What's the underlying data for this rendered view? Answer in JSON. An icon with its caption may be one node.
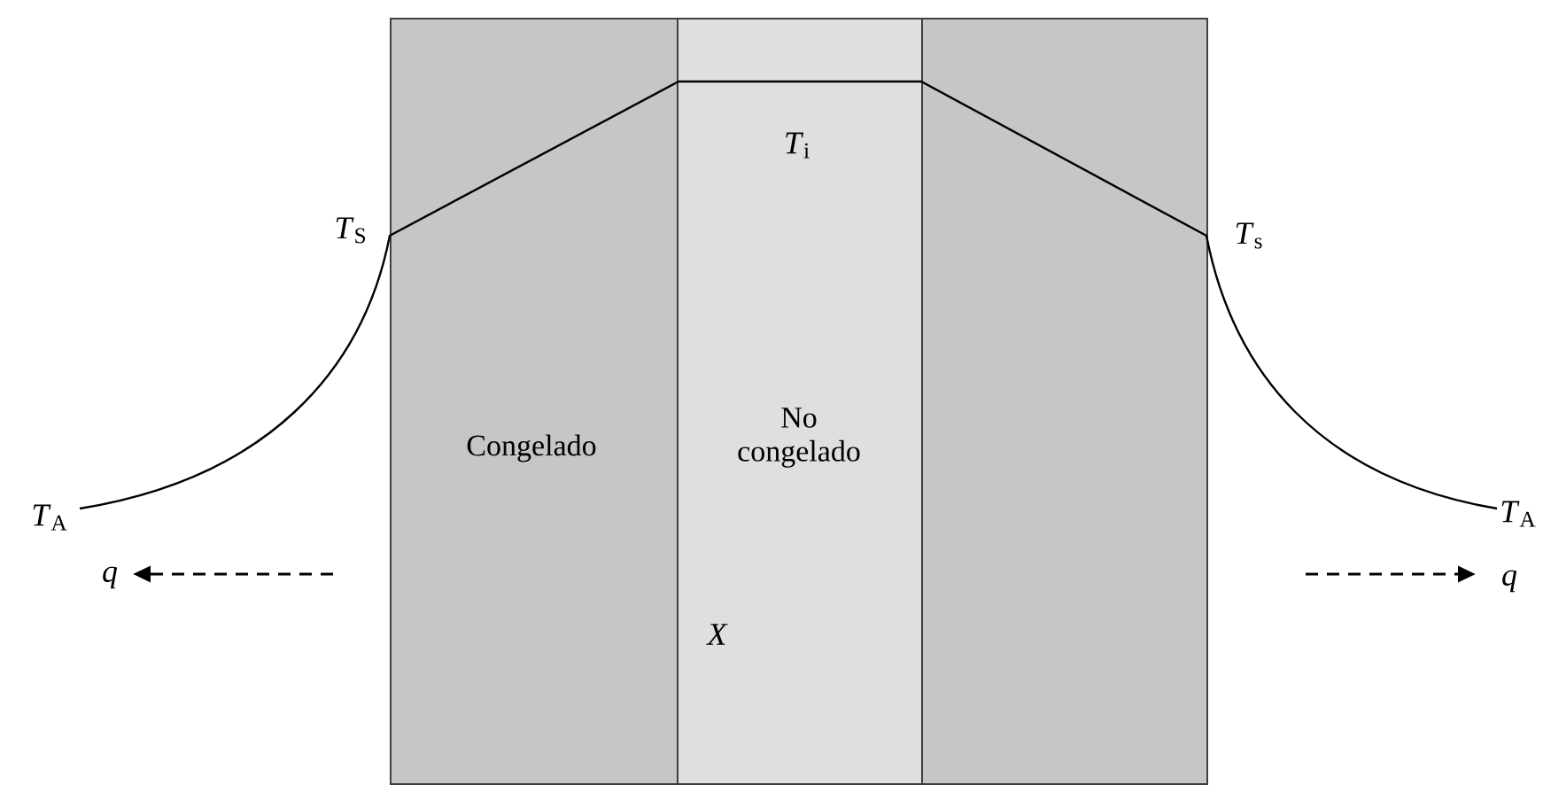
{
  "diagram": {
    "nodes": [
      {
        "text": [
          "Congelado"
        ]
      },
      {
        "text": [
          "No congelado"
        ]
      },
      {
        "text": [],
        "shape": "box"
      }
    ],
    "labels": [
      "*T*$_{S}$",
      "*T*$_{i}$",
      "*T*$_{s}$",
      "*T*$_{A}$",
      "*T*$_{A}$",
      "*q*",
      "*q*",
      "*X*"
    ]
  }
}
